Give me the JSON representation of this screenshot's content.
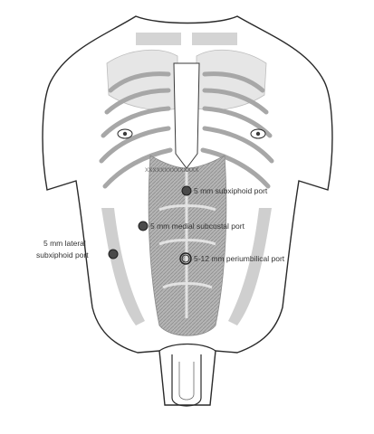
{
  "diagram": {
    "ports": [
      {
        "id": "subxiphoid",
        "label": "5 mm subxiphoid port"
      },
      {
        "id": "medial-subcostal",
        "label": "5 mm medial subcostal port"
      },
      {
        "id": "lateral-subxiphoid",
        "label_line1": "5 mm lateral",
        "label_line2": "subxiphoid port"
      },
      {
        "id": "periumbilical",
        "label": "5-12 mm periumbilical port"
      }
    ],
    "colors": {
      "outline": "#2a2a2a",
      "shading": "#9a9a9a",
      "shading_light": "#c9c9c9",
      "port_fill": "#4a4a4a",
      "port_ring": "#1f1f1f"
    }
  }
}
